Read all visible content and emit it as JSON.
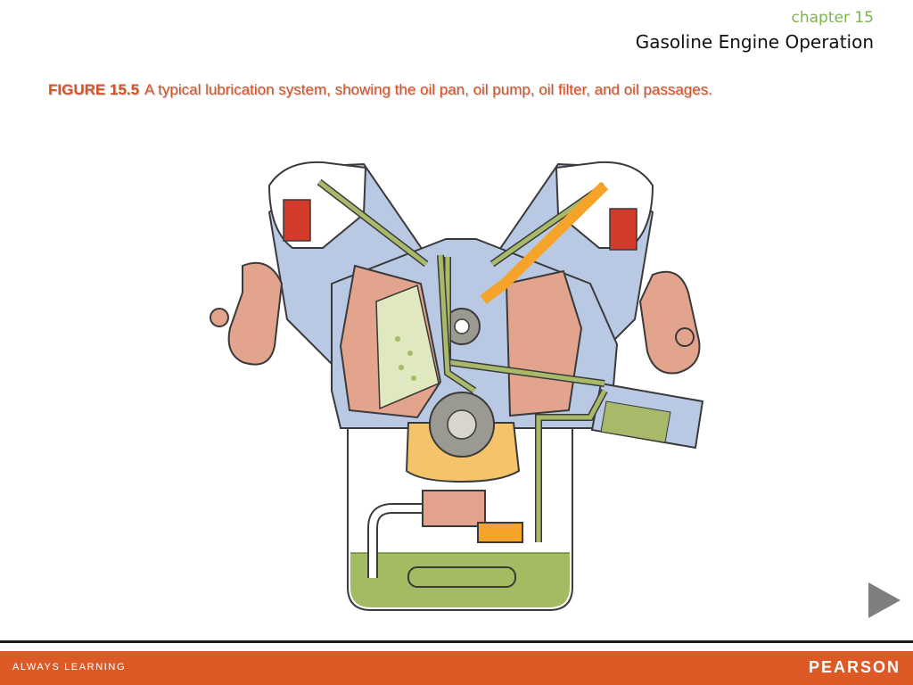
{
  "header": {
    "chapter": "chapter 15",
    "title": "Gasoline Engine Operation"
  },
  "caption": {
    "label": "FIGURE 15.5",
    "text": "A typical lubrication system, showing the oil pan, oil pump, oil filter, and oil passages."
  },
  "footer": {
    "tagline": "ALWAYS LEARNING",
    "brand": "PEARSON"
  },
  "colors": {
    "chapter_accent": "#7ab648",
    "caption": "#d35428",
    "footer_bar": "#dd5a26",
    "engine_block": "#b9c9e4",
    "oil_passage": "#a9b96a",
    "oil_pan_fill": "#a3bc62",
    "manifold": "#e2a48c",
    "pump_body": "#f5c46a",
    "valve_spring": "#d23a2a"
  },
  "icons": {
    "next": "triangle-right-icon"
  }
}
